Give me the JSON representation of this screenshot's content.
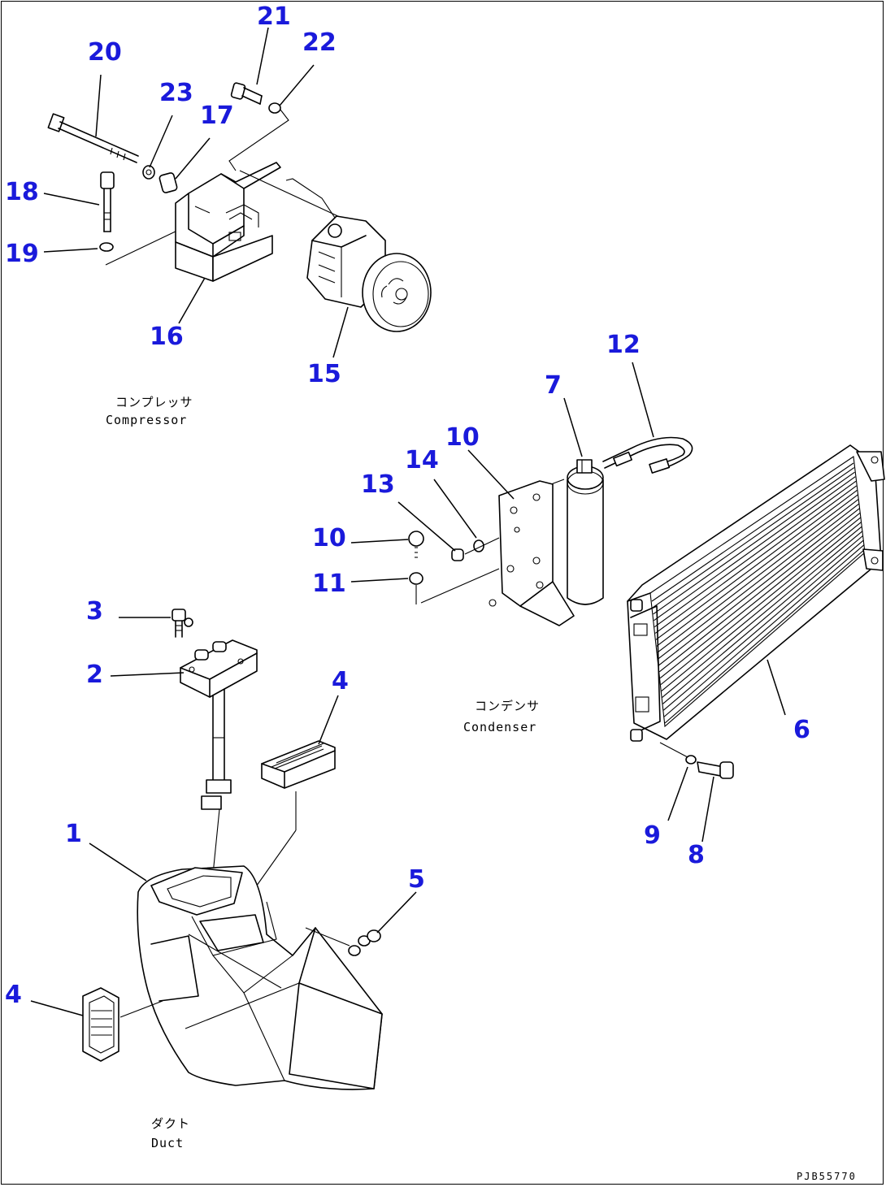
{
  "diagram": {
    "drawing_code": "PJB55770",
    "captions": {
      "compressor_jp": "コンプレッサ",
      "compressor_en": "Compressor",
      "condenser_jp": "コンデンサ",
      "condenser_en": "Condenser",
      "duct_jp": "ダクト",
      "duct_en": "Duct"
    },
    "callouts": [
      "1",
      "2",
      "3",
      "4",
      "4",
      "5",
      "6",
      "7",
      "8",
      "9",
      "10",
      "11",
      "12",
      "13",
      "14",
      "15",
      "16",
      "17",
      "18",
      "19",
      "20",
      "21",
      "22",
      "23",
      "23"
    ]
  }
}
